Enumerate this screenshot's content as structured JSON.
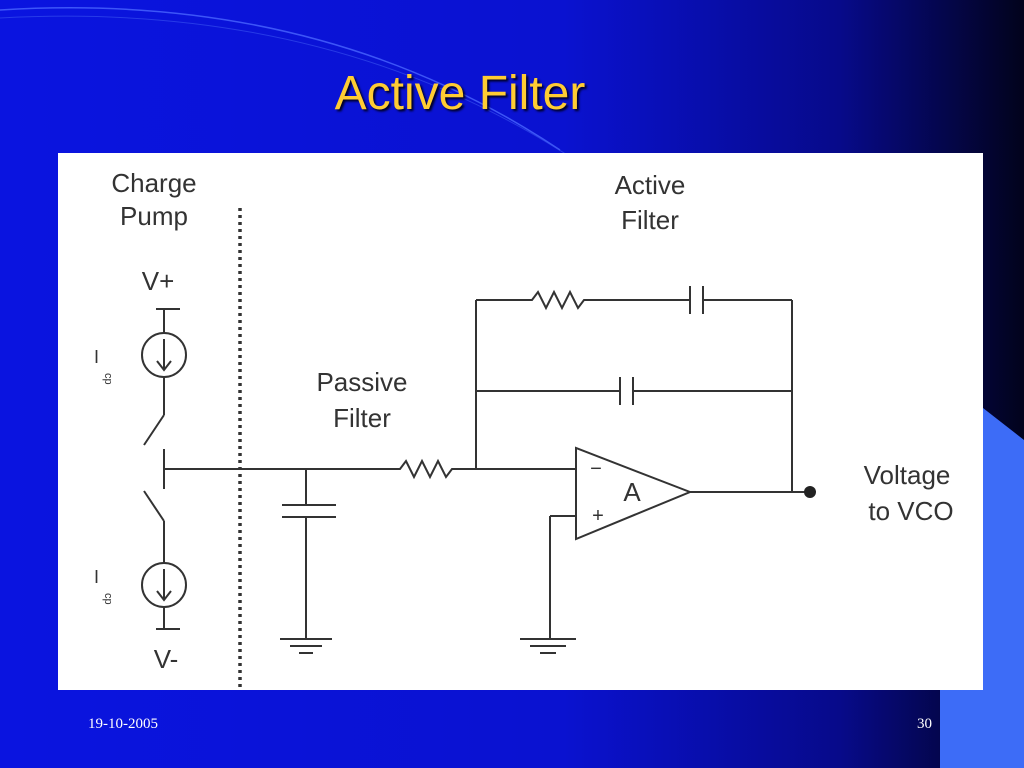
{
  "slide": {
    "title": "Active Filter",
    "date": "19-10-2005",
    "page_number": "30"
  },
  "diagram": {
    "charge_pump": [
      "Charge",
      "Pump"
    ],
    "active_filter": [
      "Active",
      "Filter"
    ],
    "passive_filter": [
      "Passive",
      "Filter"
    ],
    "v_plus": "V+",
    "v_minus": "V-",
    "current_label": "I",
    "current_subscript": "cp",
    "opamp_label": "A",
    "opamp_minus": "−",
    "opamp_plus": "+",
    "output": [
      "Voltage",
      "to VCO"
    ]
  },
  "colors": {
    "background": "#0a14e0",
    "title": "#ffcc33",
    "accent_shape": "#3d6cf7",
    "diagram_ink": "#333333"
  }
}
